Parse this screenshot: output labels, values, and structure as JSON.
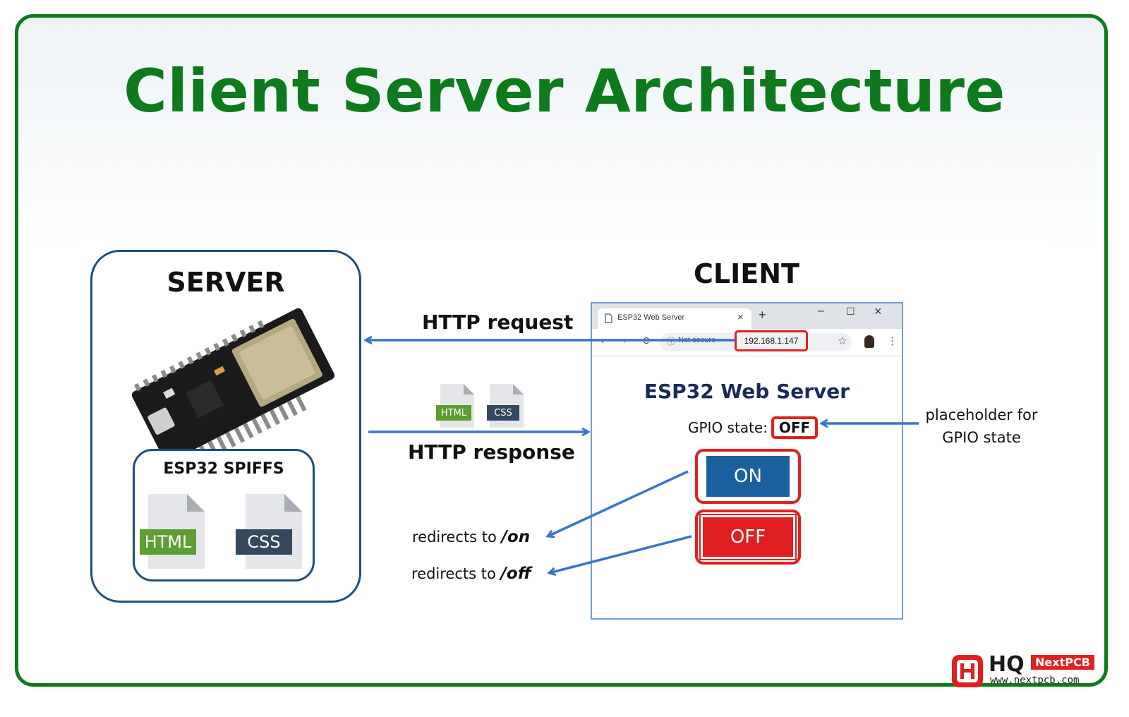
{
  "title": "Client Server Architecture",
  "server": {
    "heading": "SERVER",
    "spiffs_label": "ESP32 SPIFFS",
    "files": [
      "HTML",
      "CSS"
    ]
  },
  "client": {
    "heading": "CLIENT",
    "tab_title": "ESP32 Web Server",
    "tab_close": "×",
    "new_tab": "+",
    "window_controls": [
      "–",
      "☐",
      "×"
    ],
    "not_secure": "Not secure",
    "address": "192.168.1.147",
    "page_title": "ESP32 Web Server",
    "gpio_label": "GPIO state:",
    "gpio_value": "OFF",
    "on_button": "ON",
    "off_button": "OFF"
  },
  "arrows": {
    "request": "HTTP request",
    "response": "HTTP response",
    "response_files": [
      "HTML",
      "CSS"
    ],
    "redirect_on_prefix": "redirects to ",
    "redirect_on_path": "/on",
    "redirect_off_prefix": "redirects to ",
    "redirect_off_path": "/off",
    "placeholder_line1": "placeholder for",
    "placeholder_line2": "GPIO state"
  },
  "logo": {
    "mark": "HQ",
    "brand": "NextPCB",
    "url": "www.nextpcb.com"
  },
  "colors": {
    "green": "#0d7a1b",
    "navy": "#1f4e79",
    "arrow": "#3a75c4",
    "red": "#e02020",
    "on_blue": "#1a5f9e"
  }
}
